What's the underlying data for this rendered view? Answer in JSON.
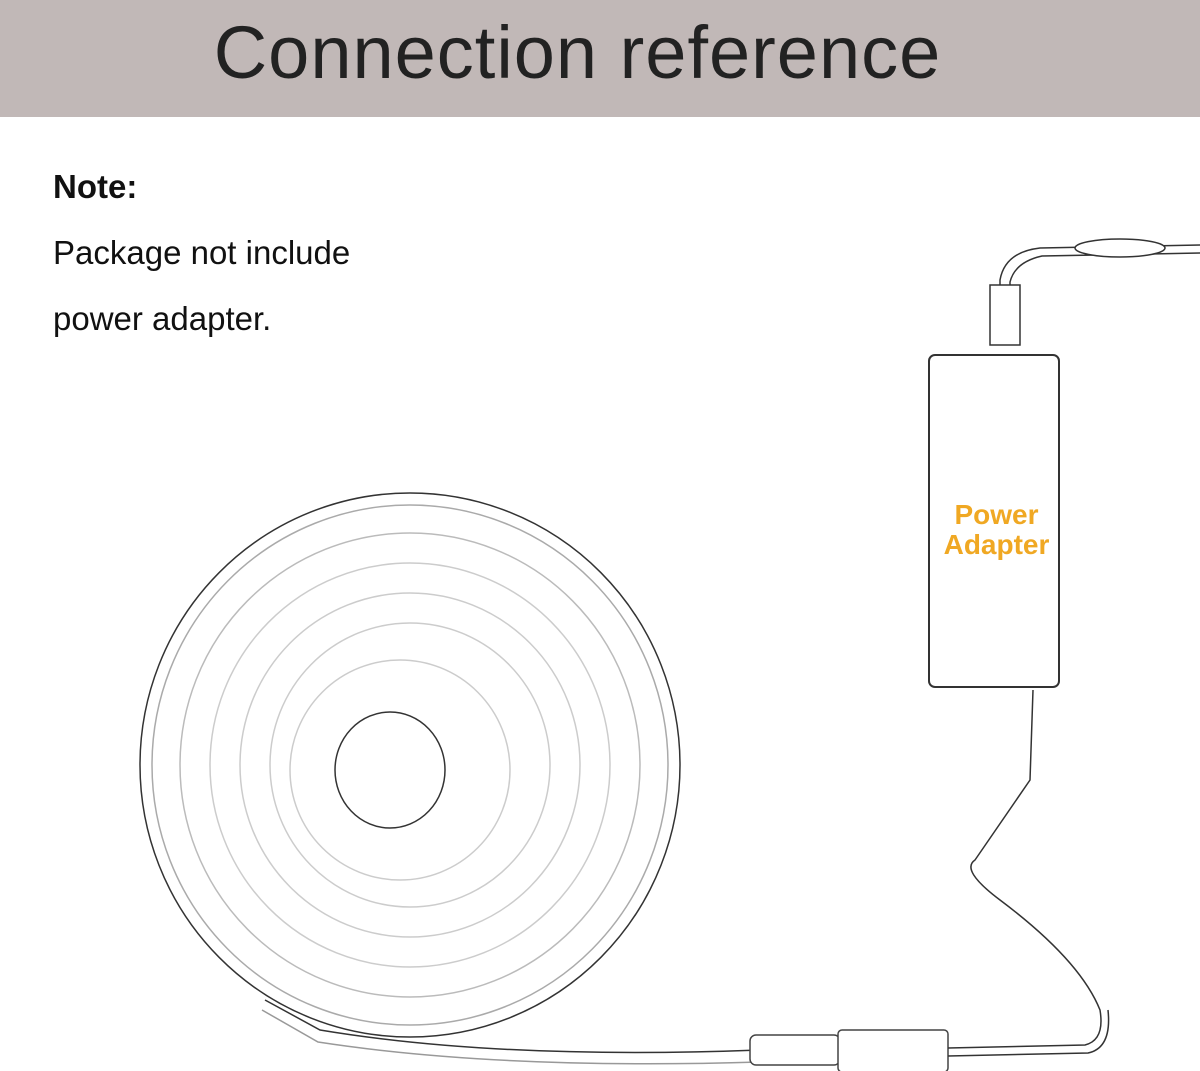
{
  "header": {
    "title": "Connection reference"
  },
  "note": {
    "heading": "Note:",
    "line1": "Package not include",
    "line2": "power adapter."
  },
  "adapter": {
    "line1": "Power",
    "line2": "Adapter"
  },
  "colors": {
    "header_bg": "#c1b8b7",
    "adapter_text": "#f0a823"
  }
}
